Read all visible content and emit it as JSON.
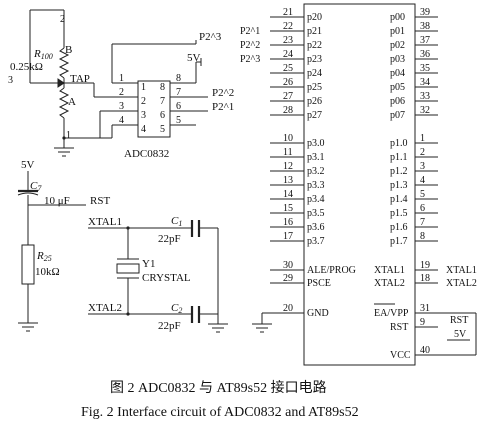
{
  "pot": {
    "ref": "R",
    "ref_sub": "100",
    "value": "0.25kΩ",
    "tap": "TAP",
    "pin_a": "A",
    "pin_b": "B",
    "pin1": "1",
    "pin2": "2",
    "pin3": "3"
  },
  "adc": {
    "name": "ADC0832",
    "left_pins": [
      "1",
      "2",
      "3",
      "4"
    ],
    "inner_left": [
      "1",
      "2",
      "3",
      "4"
    ],
    "inner_right": [
      "8",
      "7",
      "6",
      "5"
    ],
    "right_pins": [
      "8",
      "7",
      "6",
      "5"
    ],
    "net_top": "P2^3",
    "net_5v": "5V",
    "net_p22": "P2^2",
    "net_p21": "P2^1",
    "gnd_pin": "1"
  },
  "mcu": {
    "left_pins": [
      {
        "num": "21",
        "name": "p20",
        "net": ""
      },
      {
        "num": "22",
        "name": "p21",
        "net": "P2^1"
      },
      {
        "num": "23",
        "name": "p22",
        "net": "P2^2"
      },
      {
        "num": "24",
        "name": "p23",
        "net": "P2^3"
      },
      {
        "num": "25",
        "name": "p24",
        "net": ""
      },
      {
        "num": "26",
        "name": "p25",
        "net": ""
      },
      {
        "num": "27",
        "name": "p26",
        "net": ""
      },
      {
        "num": "28",
        "name": "p27",
        "net": ""
      },
      {
        "num": "10",
        "name": "p3.0",
        "net": ""
      },
      {
        "num": "11",
        "name": "p3.1",
        "net": ""
      },
      {
        "num": "12",
        "name": "p3.2",
        "net": ""
      },
      {
        "num": "13",
        "name": "p3.3",
        "net": ""
      },
      {
        "num": "14",
        "name": "p3.4",
        "net": ""
      },
      {
        "num": "15",
        "name": "p3.5",
        "net": ""
      },
      {
        "num": "16",
        "name": "p3.6",
        "net": ""
      },
      {
        "num": "17",
        "name": "p3.7",
        "net": ""
      },
      {
        "num": "30",
        "name": "ALE/PROG",
        "net": ""
      },
      {
        "num": "29",
        "name": "PSCE",
        "net": ""
      },
      {
        "num": "20",
        "name": "GND",
        "net": ""
      }
    ],
    "right_pins": [
      {
        "num": "39",
        "name": "p00",
        "net": ""
      },
      {
        "num": "38",
        "name": "p01",
        "net": ""
      },
      {
        "num": "37",
        "name": "p02",
        "net": ""
      },
      {
        "num": "36",
        "name": "p03",
        "net": ""
      },
      {
        "num": "35",
        "name": "p04",
        "net": ""
      },
      {
        "num": "34",
        "name": "p05",
        "net": ""
      },
      {
        "num": "33",
        "name": "p06",
        "net": ""
      },
      {
        "num": "32",
        "name": "p07",
        "net": ""
      },
      {
        "num": "1",
        "name": "p1.0",
        "net": ""
      },
      {
        "num": "2",
        "name": "p1.1",
        "net": ""
      },
      {
        "num": "3",
        "name": "p1.2",
        "net": ""
      },
      {
        "num": "4",
        "name": "p1.3",
        "net": ""
      },
      {
        "num": "5",
        "name": "p1.4",
        "net": ""
      },
      {
        "num": "6",
        "name": "p1.5",
        "net": ""
      },
      {
        "num": "7",
        "name": "p1.6",
        "net": ""
      },
      {
        "num": "8",
        "name": "p1.7",
        "net": ""
      },
      {
        "num": "19",
        "name": "XTAL1",
        "net": "XTAL1"
      },
      {
        "num": "18",
        "name": "XTAL2",
        "net": "XTAL2"
      },
      {
        "num": "31",
        "name": "EA/VPP",
        "net": ""
      },
      {
        "num": "9",
        "name": "RST",
        "net": "RST"
      },
      {
        "num": "40",
        "name": "VCC",
        "net": "5V"
      }
    ]
  },
  "reset": {
    "vcc": "5V",
    "cap_ref": "C",
    "cap_sub": "7",
    "cap_value": "10 μF",
    "net": "RST",
    "res_ref": "R",
    "res_sub": "25",
    "res_value": "10kΩ"
  },
  "osc": {
    "xtal1": "XTAL1",
    "xtal2": "XTAL2",
    "c1_ref": "C",
    "c1_sub": "1",
    "c1_value": "22pF",
    "c2_ref": "C",
    "c2_sub": "2",
    "c2_value": "22pF",
    "y_ref": "Y1",
    "y_name": "CRYSTAL"
  },
  "caption": {
    "cn": "图 2   ADC0832 与 AT89s52 接口电路",
    "en": "Fig. 2   Interface circuit of ADC0832 and AT89s52"
  }
}
